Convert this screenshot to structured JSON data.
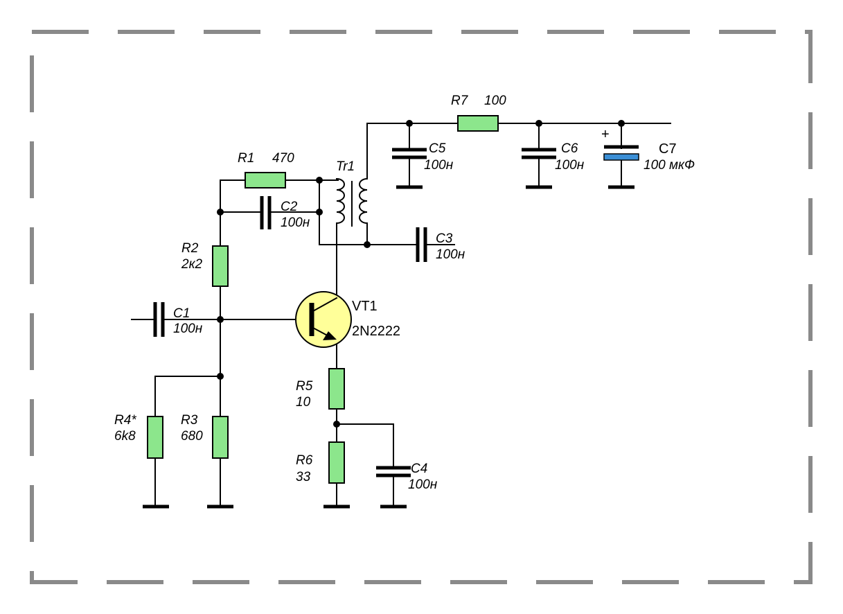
{
  "components": {
    "r1": {
      "ref": "R1",
      "value": "470"
    },
    "r2": {
      "ref": "R2",
      "value": "2к2"
    },
    "r3": {
      "ref": "R3",
      "value": "680"
    },
    "r4": {
      "ref": "R4*",
      "value": "6k8"
    },
    "r5": {
      "ref": "R5",
      "value": "10"
    },
    "r6": {
      "ref": "R6",
      "value": "33"
    },
    "r7": {
      "ref": "R7",
      "value": "100"
    },
    "c1": {
      "ref": "C1",
      "value": "100н"
    },
    "c2": {
      "ref": "C2",
      "value": "100н"
    },
    "c3": {
      "ref": "C3",
      "value": "100н"
    },
    "c4": {
      "ref": "C4",
      "value": "100н"
    },
    "c5": {
      "ref": "C5",
      "value": "100н"
    },
    "c6": {
      "ref": "C6",
      "value": "100н"
    },
    "c7": {
      "ref": "C7",
      "value": "100 мкФ",
      "polarity": "+"
    },
    "tr1": {
      "ref": "Tr1"
    },
    "vt1": {
      "ref": "VT1",
      "value": "2N2222"
    }
  },
  "colors": {
    "resistor_fill": "#8ce68c",
    "transistor_fill": "#ffff99",
    "electrolytic_plate": "#3b8fd6",
    "frame": "#8a8a8a"
  }
}
